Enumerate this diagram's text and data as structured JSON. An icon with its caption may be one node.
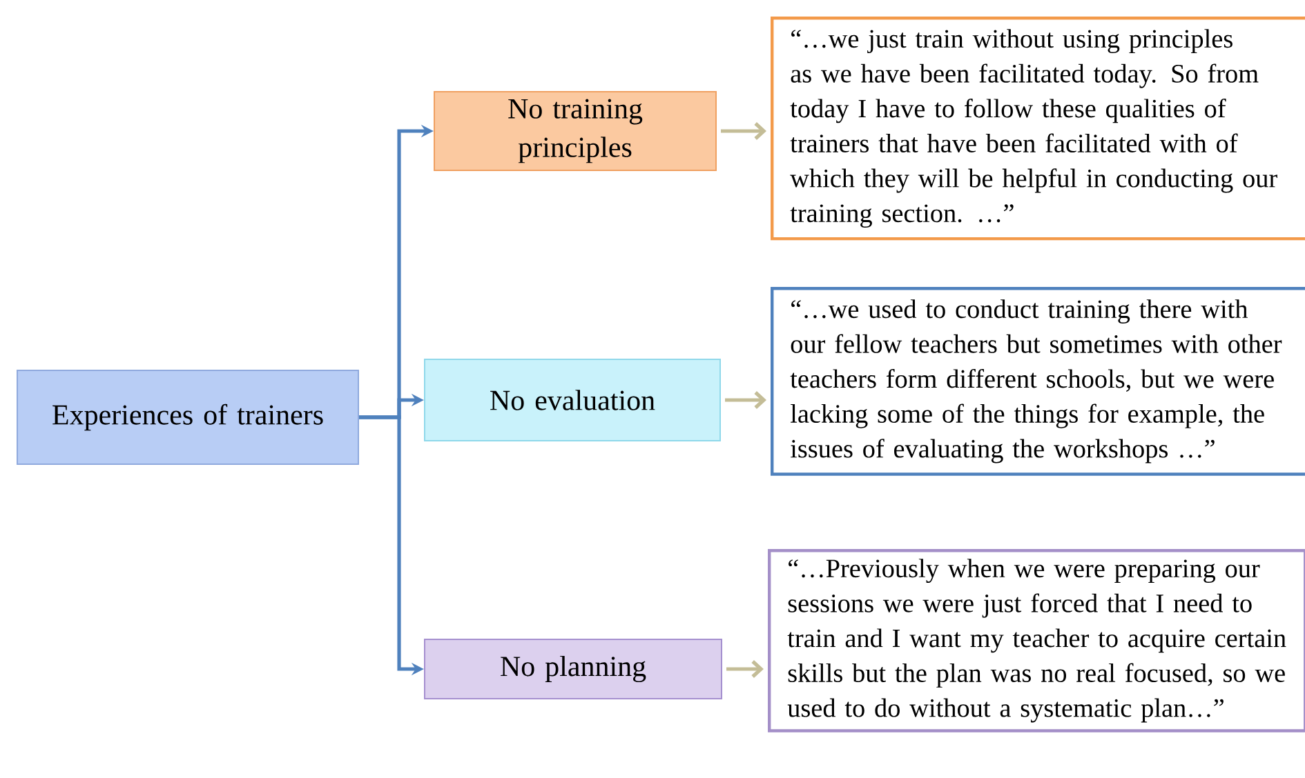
{
  "diagram": {
    "nodes": [
      {
        "text": [
          "Experiences of trainers"
        ]
      },
      {
        "text": [
          "No training principles"
        ]
      },
      {
        "text": [
          "No evaluation"
        ]
      },
      {
        "text": [
          "No planning"
        ]
      },
      {
        "text": [
          "“…we just train without using principles as we have been facilitated today. So from today I have to follow these qualities of trainers that have been facilitated with of which they will be helpful in conducting our training section. …”"
        ]
      },
      {
        "text": [
          "“…we used to conduct training there with our fellow teachers but sometimes with other teachers form different schools, but we were lacking some of the things for example, the issues of evaluating the workshops …”"
        ]
      },
      {
        "text": [
          "“…Previously when we were preparing our sessions we were just forced that I need to train and I want my teacher to acquire certain skills but the plan was no real focused, so we used to do without a systematic plan…”"
        ]
      }
    ],
    "edges": [
      {
        "from": 0,
        "to": 1,
        "arrow": "to",
        "color": "#4f81bd"
      },
      {
        "from": 0,
        "to": 2,
        "arrow": "to",
        "color": "#4f81bd"
      },
      {
        "from": 0,
        "to": 3,
        "arrow": "to",
        "color": "#4f81bd"
      },
      {
        "from": 1,
        "to": 4,
        "arrow": "to",
        "color": "#c4bd97"
      },
      {
        "from": 2,
        "to": 5,
        "arrow": "to",
        "color": "#c4bd97"
      },
      {
        "from": 3,
        "to": 6,
        "arrow": "to",
        "color": "#c4bd97"
      }
    ]
  }
}
